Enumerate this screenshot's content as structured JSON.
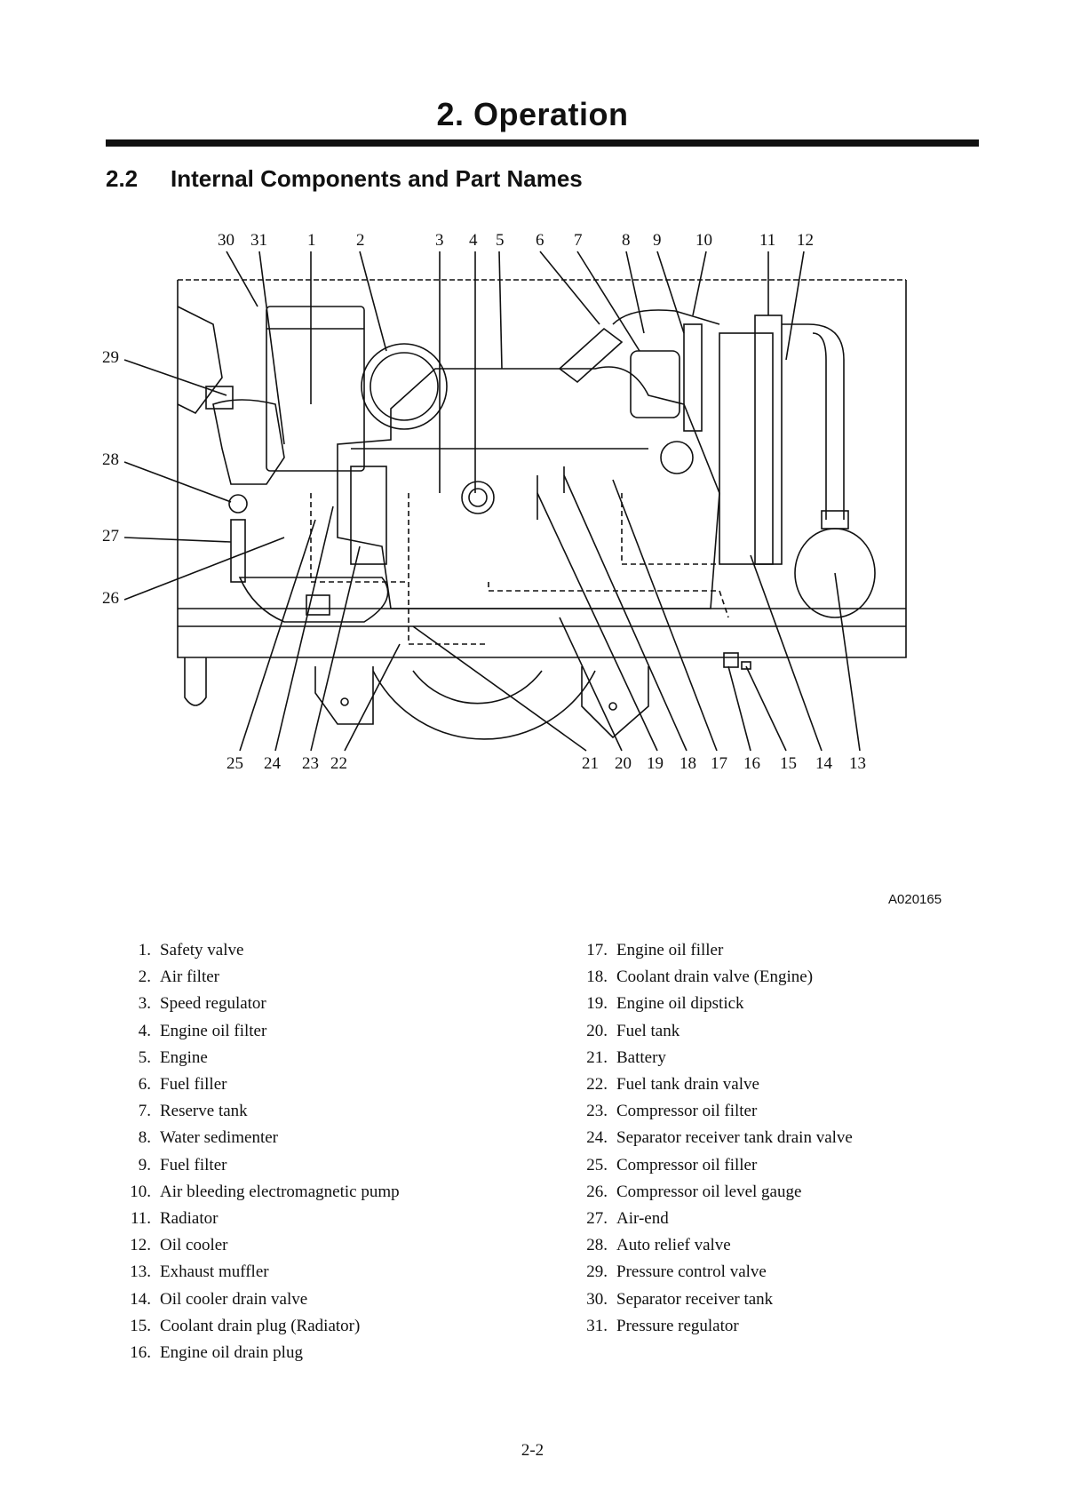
{
  "chapter": {
    "title": "2. Operation"
  },
  "section": {
    "number": "2.2",
    "title": "Internal Components and Part Names"
  },
  "figure": {
    "code": "A020165",
    "callouts_top": [
      "30",
      "31",
      "1",
      "2",
      "3",
      "4",
      "5",
      "6",
      "7",
      "8",
      "9",
      "10",
      "11",
      "12"
    ],
    "callouts_left": [
      "29",
      "28",
      "27",
      "26"
    ],
    "callouts_bottom": [
      "25",
      "24",
      "23",
      "22",
      "21",
      "20",
      "19",
      "18",
      "17",
      "16",
      "15",
      "14",
      "13"
    ]
  },
  "parts_left": [
    {
      "n": "1.",
      "name": "Safety valve"
    },
    {
      "n": "2.",
      "name": "Air filter"
    },
    {
      "n": "3.",
      "name": "Speed regulator"
    },
    {
      "n": "4.",
      "name": "Engine oil filter"
    },
    {
      "n": "5.",
      "name": "Engine"
    },
    {
      "n": "6.",
      "name": "Fuel filler"
    },
    {
      "n": "7.",
      "name": "Reserve tank"
    },
    {
      "n": "8.",
      "name": "Water sedimenter"
    },
    {
      "n": "9.",
      "name": "Fuel filter"
    },
    {
      "n": "10.",
      "name": "Air bleeding electromagnetic pump"
    },
    {
      "n": "11.",
      "name": "Radiator"
    },
    {
      "n": "12.",
      "name": "Oil cooler"
    },
    {
      "n": "13.",
      "name": "Exhaust muffler"
    },
    {
      "n": "14.",
      "name": "Oil cooler drain valve"
    },
    {
      "n": "15.",
      "name": "Coolant drain plug (Radiator)"
    },
    {
      "n": "16.",
      "name": "Engine oil drain plug"
    }
  ],
  "parts_right": [
    {
      "n": "17.",
      "name": "Engine oil filler"
    },
    {
      "n": "18.",
      "name": "Coolant drain valve (Engine)"
    },
    {
      "n": "19.",
      "name": "Engine oil dipstick"
    },
    {
      "n": "20.",
      "name": "Fuel tank"
    },
    {
      "n": "21.",
      "name": "Battery"
    },
    {
      "n": "22.",
      "name": "Fuel tank drain valve"
    },
    {
      "n": "23.",
      "name": "Compressor oil filter"
    },
    {
      "n": "24.",
      "name": "Separator receiver tank drain valve"
    },
    {
      "n": "25.",
      "name": "Compressor oil filler"
    },
    {
      "n": "26.",
      "name": "Compressor oil level gauge"
    },
    {
      "n": "27.",
      "name": "Air-end"
    },
    {
      "n": "28.",
      "name": "Auto relief valve"
    },
    {
      "n": "29.",
      "name": "Pressure control valve"
    },
    {
      "n": "30.",
      "name": "Separator receiver tank"
    },
    {
      "n": "31.",
      "name": "Pressure regulator"
    }
  ],
  "page": {
    "number": "2-2"
  }
}
